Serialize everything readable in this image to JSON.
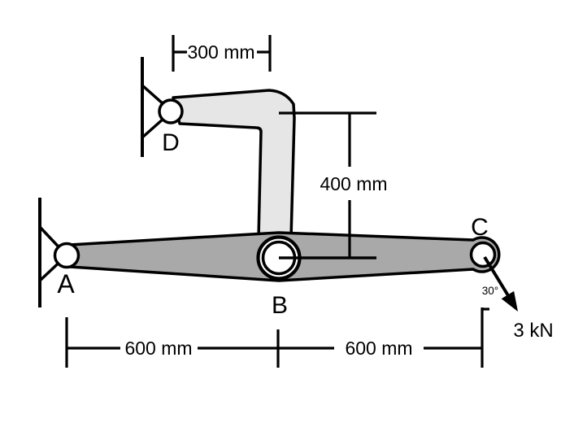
{
  "figure": {
    "type": "statics-free-body-diagram",
    "labels": {
      "a": "A",
      "b": "B",
      "c": "C",
      "d": "D"
    },
    "dimensions": {
      "top_width": "300 mm",
      "vertical_height": "400 mm",
      "bottom_left_span": "600 mm",
      "bottom_right_span": "600 mm"
    },
    "force": {
      "magnitude": "3 kN",
      "angle": "30°"
    },
    "colors": {
      "upper_member_fill": "#e6e6e6",
      "lower_member_fill": "#a9a9a9",
      "line": "#000000",
      "background": "#ffffff"
    }
  }
}
